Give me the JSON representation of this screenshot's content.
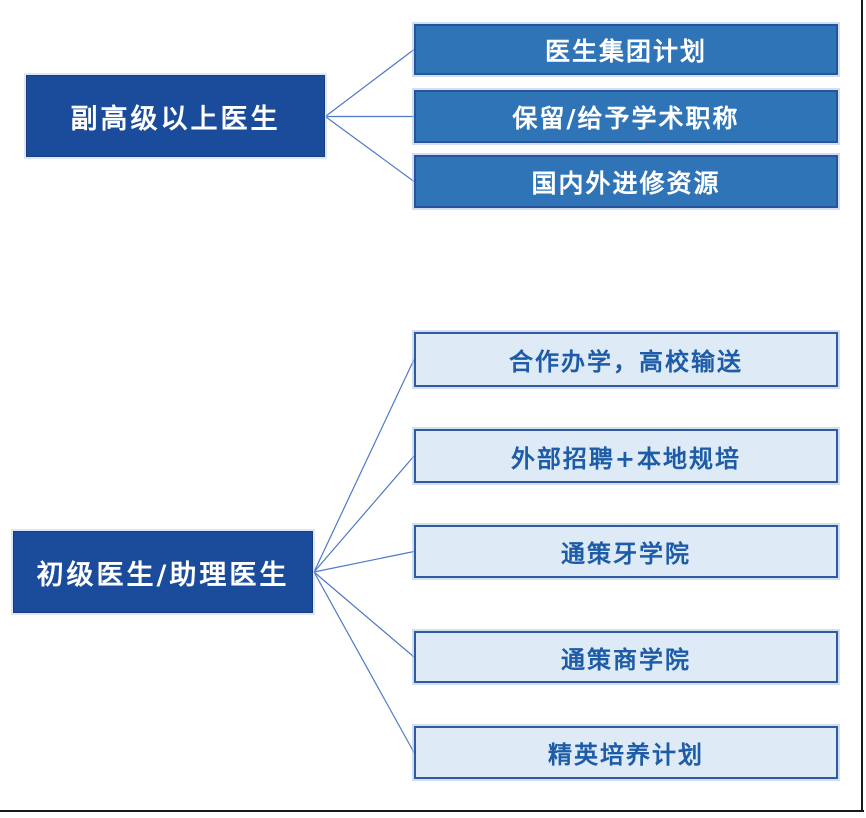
{
  "diagram": {
    "type": "branching-diagram",
    "groups": [
      {
        "source": {
          "label": "副高级以上医生",
          "style": "dark"
        },
        "targets": [
          {
            "label": "医生集团计划",
            "style": "medium"
          },
          {
            "label": "保留/给予学术职称",
            "style": "medium"
          },
          {
            "label": "国内外进修资源",
            "style": "medium"
          }
        ]
      },
      {
        "source": {
          "label": "初级医生/助理医生",
          "style": "dark"
        },
        "targets": [
          {
            "label": "合作办学，高校输送",
            "style": "light"
          },
          {
            "label": "外部招聘+本地规培",
            "style": "light"
          },
          {
            "label": "通策牙学院",
            "style": "light"
          },
          {
            "label": "通策商学院",
            "style": "light"
          },
          {
            "label": "精英培养计划",
            "style": "light"
          }
        ]
      }
    ],
    "colors": {
      "dark_box_fill": "#1B4C9B",
      "dark_box_text": "#FFFFFF",
      "medium_box_fill": "#2E74B6",
      "medium_box_border": "#27549A",
      "medium_box_text": "#FFFFFF",
      "light_box_fill": "#DEEBF7",
      "light_box_border": "#2E5C9E",
      "light_box_text": "#1E5CA7",
      "connector_line": "#4E79C7",
      "frame_line": "#1A1A1A",
      "background": "#FFFFFF"
    }
  }
}
